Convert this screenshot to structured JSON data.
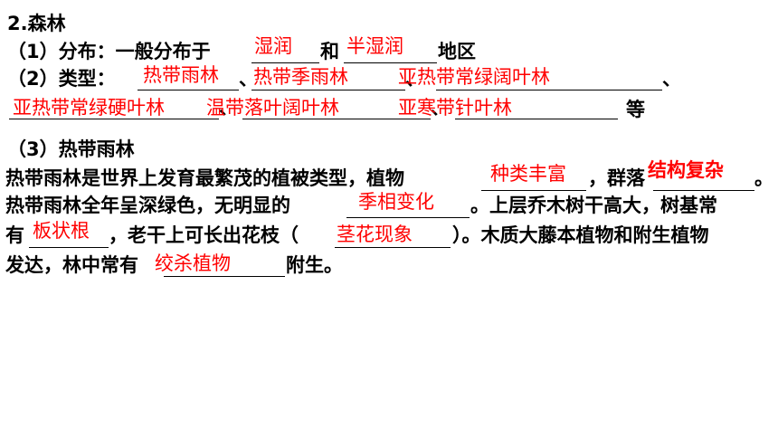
{
  "section_title": "2.森林",
  "q1": {
    "prefix": "（1）分布：一般分布于",
    "mid": "和",
    "suffix": "地区",
    "answer1": "湿润",
    "answer2": "半湿润"
  },
  "q2": {
    "prefix": "（2）类型：",
    "sep": "、",
    "end": "等",
    "answers": [
      "热带雨林",
      "热带季雨林",
      "亚热带常绿阔叶林",
      "亚热带常绿硬叶林",
      "温带落叶阔叶林",
      "亚寒带针叶林"
    ]
  },
  "q3": {
    "heading": "（3）热带雨林",
    "line1a": "热带雨林是世界上发育最繁茂的植被类型，植物",
    "line1b": "，群落",
    "line1c": "。",
    "line2a": "热带雨林全年呈深绿色，无明显的",
    "line2b": "。上层乔木树干高大，树基常",
    "line3a": "有",
    "line3b": "，老干上可长出花枝（",
    "line3c": "）。木质大藤本植物和附生植物",
    "line4a": "发达，林中常有",
    "line4b": "附生。",
    "answers": {
      "species": "种类丰富",
      "structure": "结构复杂",
      "season": "季相变化",
      "root": "板状根",
      "flower": "茎花现象",
      "plant": "绞杀植物"
    }
  },
  "colors": {
    "text": "#000000",
    "answer": "#ff0000"
  }
}
